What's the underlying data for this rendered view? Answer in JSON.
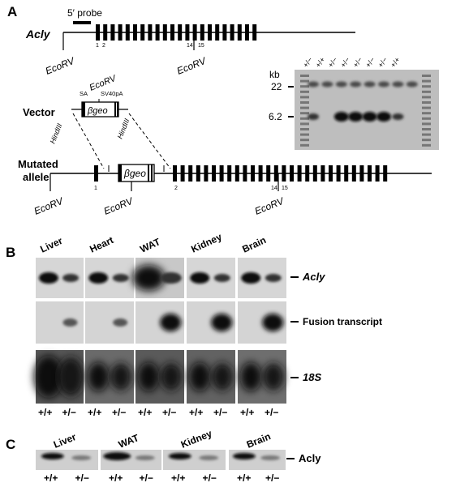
{
  "panel_a": {
    "label": "A",
    "probe_label": "5′ probe",
    "gene_label": "Acly",
    "exon_marks": {
      "e1": "1",
      "e2": "2",
      "e14": "14",
      "e15": "15"
    },
    "ecorv": "EcoRV",
    "vector_label": "Vector",
    "sa": "SA",
    "sv40pa": "SV40pA",
    "bgeo": "βgeo",
    "hindiii": "HindIII",
    "mutated_label_1": "Mutated",
    "mutated_label_2": "allele",
    "blot_unit": "kb",
    "size_22": "22",
    "size_62": "6.2",
    "lanes": [
      "+/−",
      "+/+",
      "+/−",
      "+/−",
      "+/−",
      "+/−",
      "+/−",
      "+/+"
    ]
  },
  "panel_b": {
    "label": "B",
    "tissues": [
      "Liver",
      "Heart",
      "WAT",
      "Kidney",
      "Brain"
    ],
    "rows": [
      "Acly",
      "Fusion transcript",
      "18S"
    ],
    "genotypes": [
      "+/+",
      "+/−"
    ]
  },
  "panel_c": {
    "label": "C",
    "tissues": [
      "Liver",
      "WAT",
      "Kidney",
      "Brain"
    ],
    "row": "Acly",
    "genotypes": [
      "+/+",
      "+/−"
    ]
  }
}
